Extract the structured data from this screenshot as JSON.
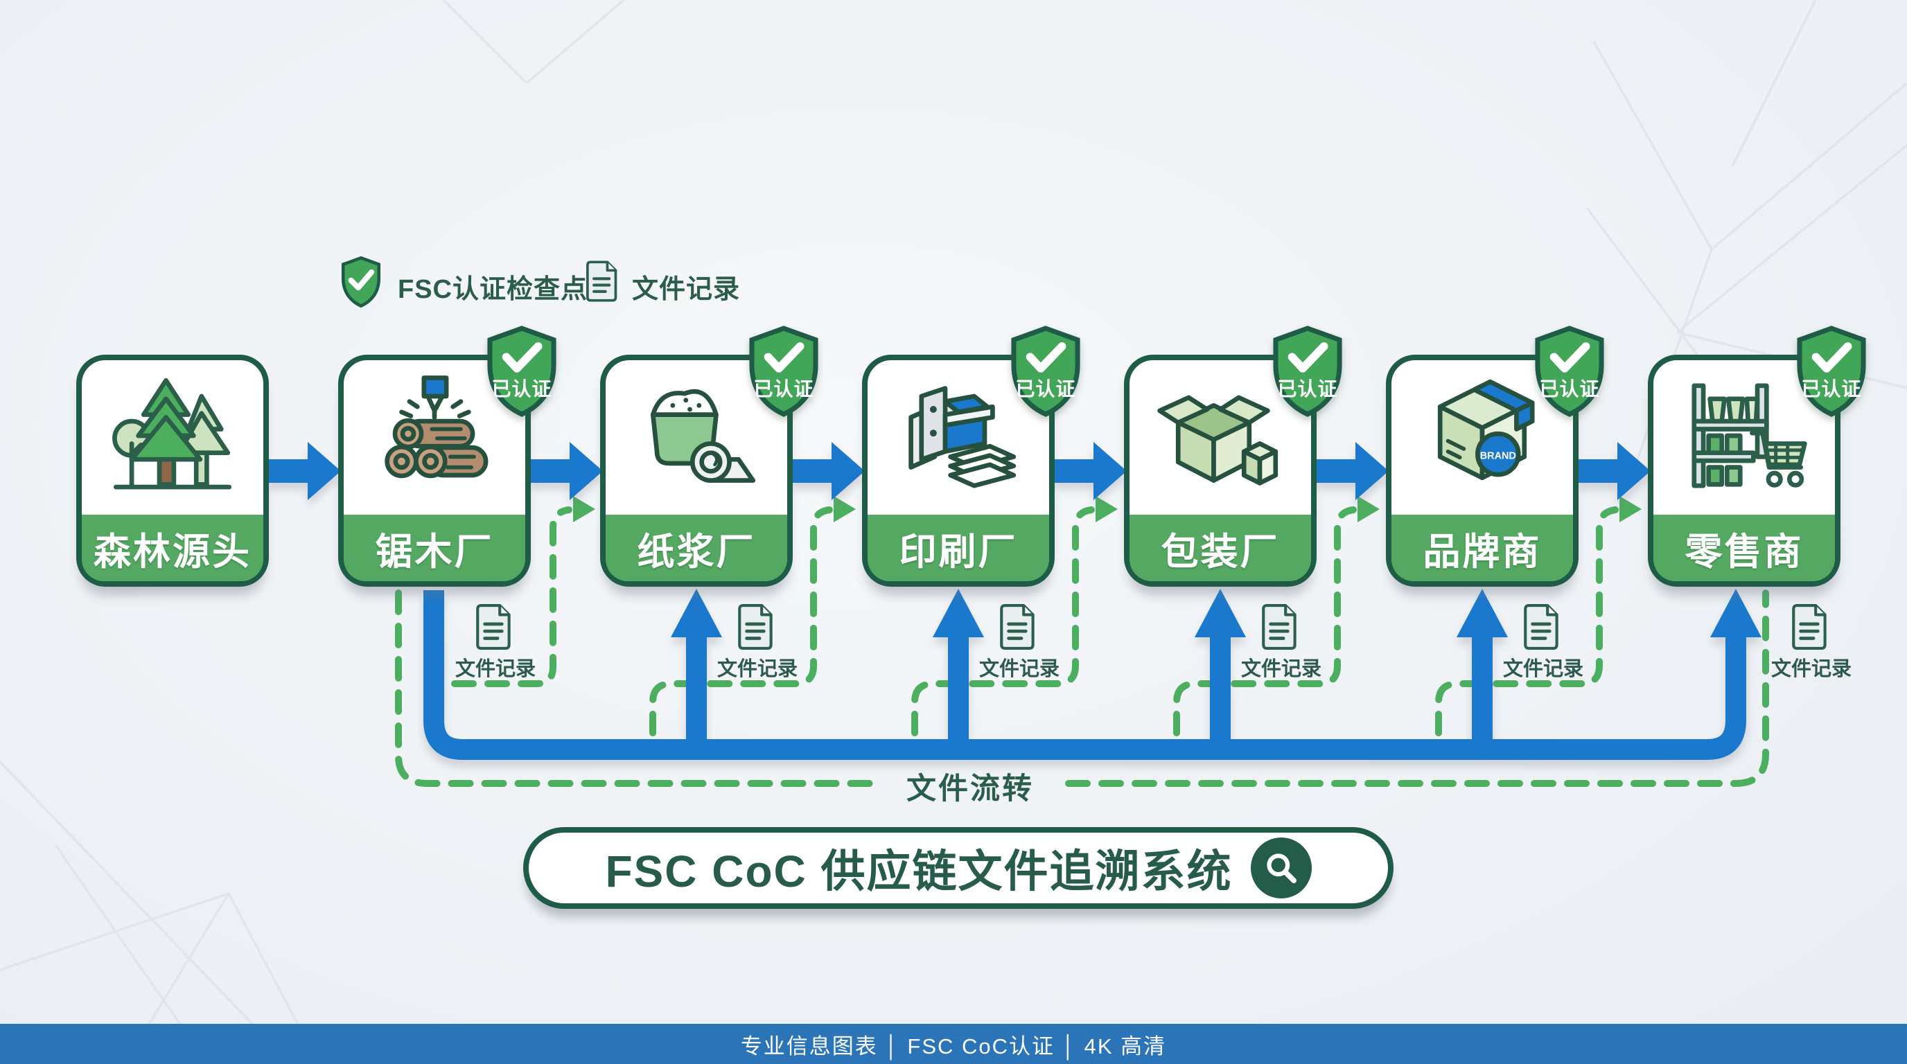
{
  "legend": {
    "certified_checkpoint_label": "FSC认证检查点",
    "document_record_label": "文件记录"
  },
  "certified_badge_text": "已认证",
  "document_record_label": "文件记录",
  "nodes": [
    {
      "label": "森林源头",
      "icon": "forest-trees",
      "certified": false
    },
    {
      "label": "锯木厂",
      "icon": "sawmill-logs",
      "certified": true
    },
    {
      "label": "纸浆厂",
      "icon": "pulp-vat-paper-roll",
      "certified": true
    },
    {
      "label": "印刷厂",
      "icon": "printing-press",
      "certified": true
    },
    {
      "label": "包装厂",
      "icon": "open-carton-box",
      "certified": true
    },
    {
      "label": "品牌商",
      "icon": "brand-box",
      "certified": true,
      "brand_badge": "BRAND"
    },
    {
      "label": "零售商",
      "icon": "store-shelf-cart",
      "certified": true
    }
  ],
  "flow": {
    "document_flow_label": "文件流转"
  },
  "title_banner": {
    "text": "FSC CoC 供应链文件追溯系统",
    "icon": "magnifier-icon"
  },
  "footer": {
    "text": "专业信息图表 │ FSC CoC认证 │ 4K 高清"
  },
  "colors": {
    "primary_blue": "#1b79cd",
    "dashed_green": "#4cae5f",
    "dark_green_border": "#1f5c47",
    "band_green": "#55a862",
    "shield_green": "#42a658",
    "footer_blue": "#2b74b7",
    "background": "#eef1f5"
  }
}
